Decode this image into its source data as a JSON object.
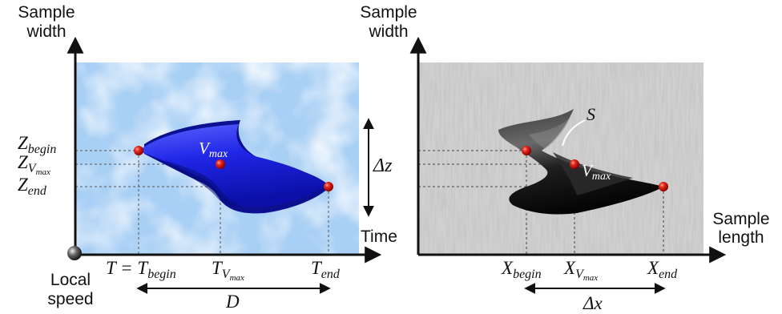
{
  "left_panel": {
    "y_axis_label_line1": "Sample",
    "y_axis_label_line2": "width",
    "x_axis_label": "Time",
    "origin_label_line1": "Local",
    "origin_label_line2": "speed",
    "z_labels": {
      "begin": {
        "base": "Z",
        "sub": "begin"
      },
      "vmax": {
        "base": "Z",
        "sub": "V",
        "subsub": "max"
      },
      "end": {
        "base": "Z",
        "sub": "end"
      }
    },
    "t_labels": {
      "begin_prefix": "T = ",
      "begin": {
        "base": "T",
        "sub": "begin"
      },
      "vmax": {
        "base": "T",
        "sub": "V",
        "subsub": "max"
      },
      "end": {
        "base": "T",
        "sub": "end"
      }
    },
    "peak_label": {
      "base": "V",
      "sub": "max"
    },
    "delta_z": "Δz",
    "duration": "D",
    "colors": {
      "background": "#aad0f5",
      "shape": "#1a1fe0",
      "points": "#e01010"
    }
  },
  "right_panel": {
    "y_axis_label_line1": "Sample",
    "y_axis_label_line2": "width",
    "x_axis_label_line1": "Sample",
    "x_axis_label_line2": "length",
    "x_labels": {
      "begin": {
        "base": "X",
        "sub": "begin"
      },
      "vmax": {
        "base": "X",
        "sub": "V",
        "subsub": "max"
      },
      "end": {
        "base": "X",
        "sub": "end"
      }
    },
    "peak_label": {
      "base": "V",
      "sub": "max"
    },
    "surface_label": "S",
    "delta_x": "Δx",
    "colors": {
      "background": "#d2d2d2",
      "shape": "#1c1c1c",
      "points": "#e01010"
    }
  }
}
